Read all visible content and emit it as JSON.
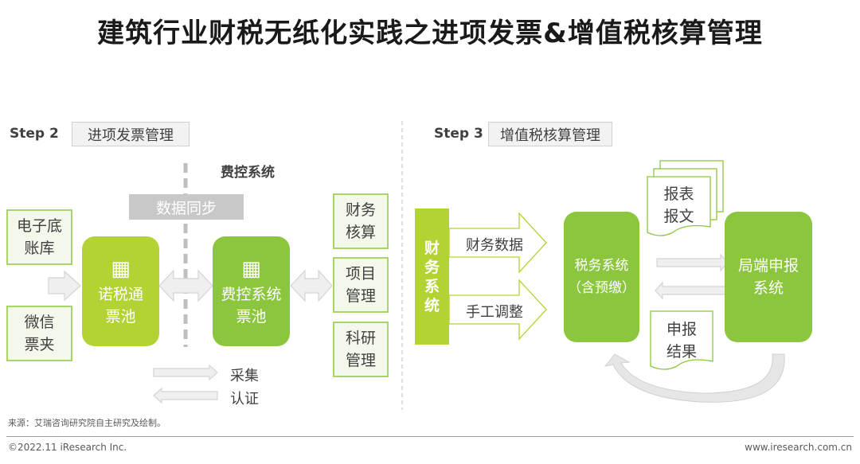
{
  "title": "建筑行业财税无纸化实践之进项发票&增值税核算管理",
  "step2": {
    "label": "Step 2",
    "name": "进项发票管理",
    "system_label": "费控系统",
    "sync": "数据同步",
    "sources": [
      "电子底\n账库",
      "微信\n票夹"
    ],
    "pool1": "诺税通\n票池",
    "pool2": "费控系统\n票池",
    "targets": [
      "财务\n核算",
      "项目\n管理",
      "科研\n管理"
    ],
    "legend": {
      "collect": "采集",
      "verify": "认证"
    }
  },
  "step3": {
    "label": "Step 3",
    "name": "增值税核算管理",
    "finance": "财务\n系统",
    "inputs": [
      "财务数据",
      "手工调整"
    ],
    "tax_system": "税务系统\n（含预缴）",
    "bureau": "局端申报\n系统",
    "doc_report": "报表\n报文",
    "doc_result": "申报\n结果"
  },
  "source": "来源：艾瑞咨询研究院自主研究及绘制。",
  "footer": {
    "copyright": "©2022.11 iResearch Inc.",
    "url": "www.iresearch.com.cn"
  },
  "colors": {
    "green": "#8cc63f",
    "lime": "#b3d234",
    "pale": "#f4f8ea"
  }
}
